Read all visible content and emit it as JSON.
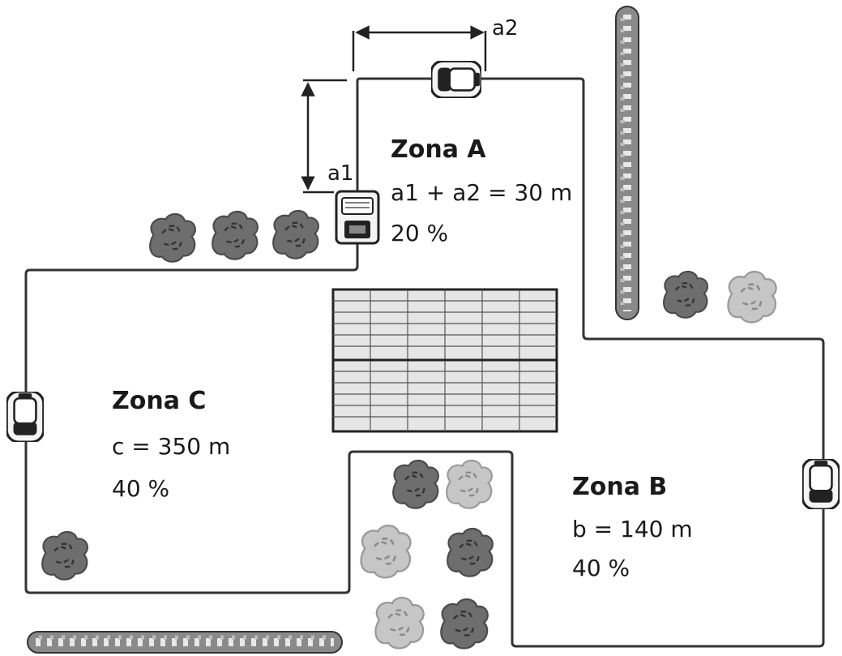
{
  "zones": [
    {
      "id": "a",
      "title": "Zona A",
      "formula": "a1 + a2 = 30 m",
      "percent": "20 %"
    },
    {
      "id": "b",
      "title": "Zona B",
      "formula": "b = 140 m",
      "percent": "40 %"
    },
    {
      "id": "c",
      "title": "Zona C",
      "formula": "c = 350 m",
      "percent": "40 %"
    }
  ],
  "dimensions": {
    "a1": "a1",
    "a2": "a2"
  },
  "icons": {
    "mower": "robotic-mower-icon",
    "charging_station": "charging-station-icon",
    "bush_dark": "dark-bush-icon",
    "bush_light": "light-bush-icon",
    "hedge": "hedge-icon",
    "patio": "paving-stones-icon"
  },
  "colors": {
    "wire": "#333333",
    "bush_dark": "#6e6e6e",
    "bush_light": "#c6c6c6"
  }
}
